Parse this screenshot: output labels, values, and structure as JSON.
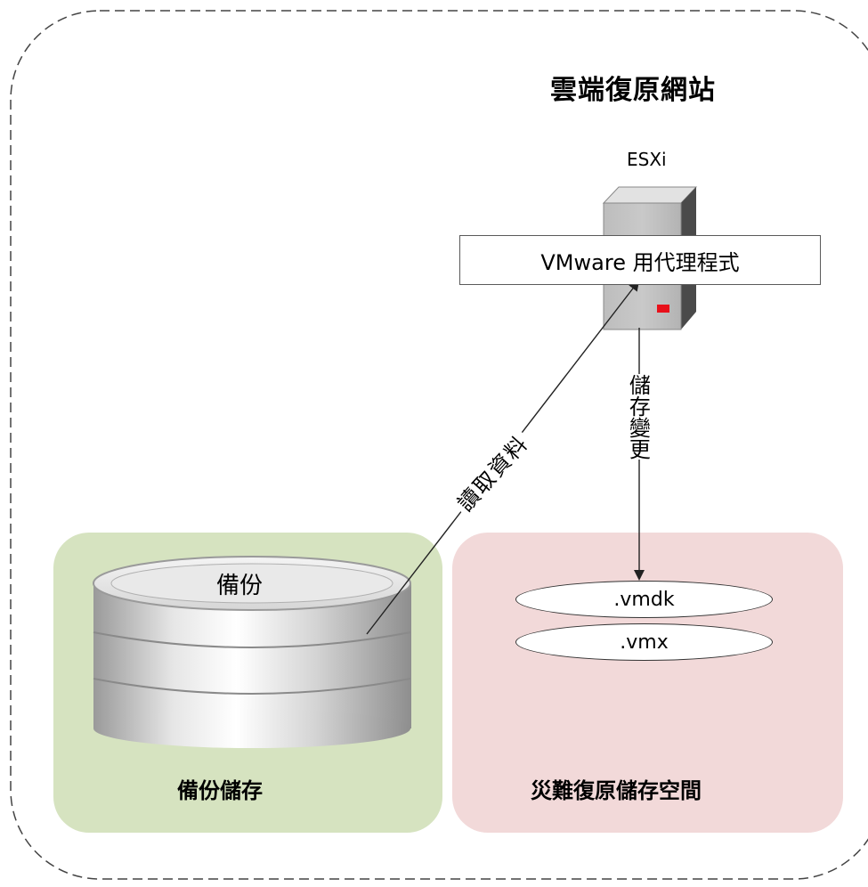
{
  "site": {
    "title": "雲端復原網站"
  },
  "esxi": {
    "label": "ESXi",
    "agent_label": "VMware 用代理程式"
  },
  "backup_storage": {
    "label": "備份儲存",
    "disk_label": "備份"
  },
  "dr_storage": {
    "label": "災難復原儲存空間",
    "files": [
      ".vmdk",
      ".vmx"
    ]
  },
  "flows": {
    "read_data": "讀取資料",
    "store_changes": "儲存變更"
  },
  "colors": {
    "backup_panel": "#d6e3c0",
    "dr_panel": "#f2d9d9",
    "server_led": "#e8101a",
    "border": "#444444"
  }
}
